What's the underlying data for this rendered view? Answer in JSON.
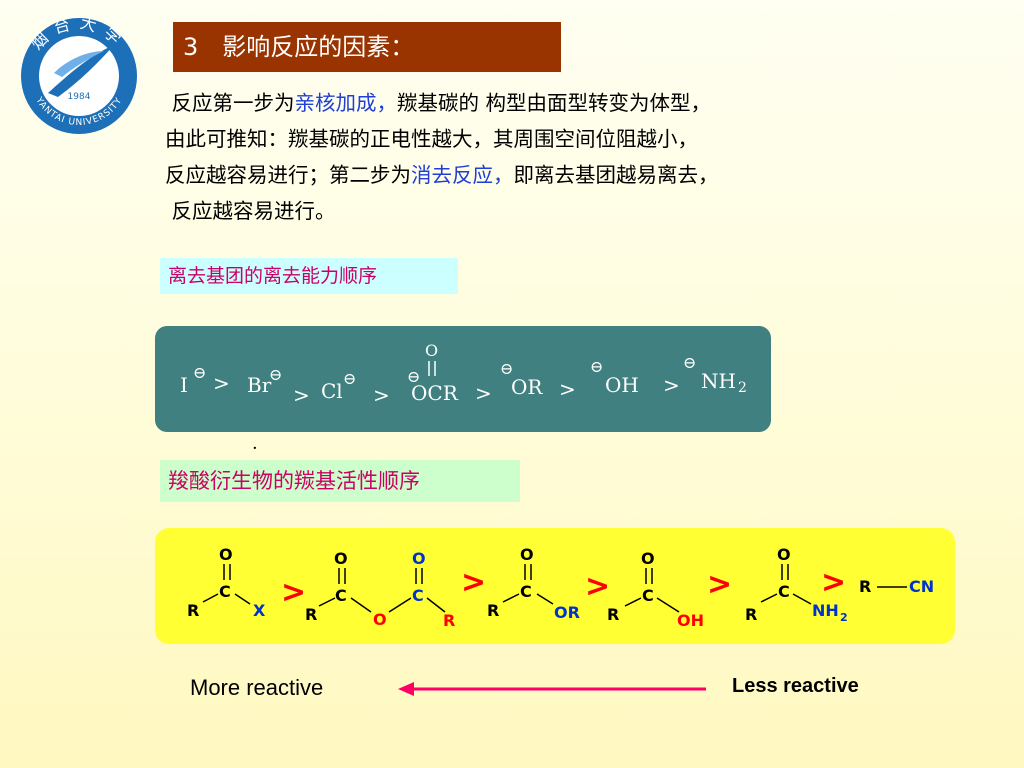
{
  "logo": {
    "top_text": "烟台大学",
    "year": "1984",
    "university": "YANTAI UNIVERSITY",
    "colors": {
      "ring": "#1d6fb8",
      "inner": "#ffffff"
    }
  },
  "title": "3　影响反应的因素：",
  "intro": {
    "line1": [
      {
        "text": " 反应第一步为",
        "style": "normal"
      },
      {
        "text": "亲核加成，",
        "style": "blue"
      },
      {
        "text": "羰基碳的 构型由面型转变为体型，",
        "style": "normal"
      }
    ],
    "line2": "由此可推知：羰基碳的正电性越大，其周围空间位阻越小，",
    "line3": [
      {
        "text": "反应越容易进行；第二步为",
        "style": "normal"
      },
      {
        "text": "消去反应，",
        "style": "blue"
      },
      {
        "text": "即离去基团越易离去，",
        "style": "normal"
      }
    ],
    "line4": " 反应越容易进行。"
  },
  "leaving_group_label": "离去基团的离去能力顺序",
  "leaving_groups": {
    "items": [
      "I",
      "Br",
      "Cl",
      "OCR",
      "OR",
      "OH",
      "NH"
    ],
    "sep": ">",
    "charge": "⊖",
    "carbonyl_o": "O",
    "subscript_2": "2"
  },
  "dot": "·",
  "reactivity_label": "羧酸衍生物的羰基活性顺序",
  "carbonyl_series": {
    "atoms": {
      "O": "O",
      "C": "C",
      "R": "R",
      "X": "X",
      "OR": "OR",
      "OH": "OH",
      "NH": "NH",
      "sub2": "2",
      "CN": "CN"
    },
    "sep": ">"
  },
  "more_reactive": "More reactive",
  "less_reactive": "Less reactive",
  "colors": {
    "title_bg": "#993300",
    "highlight": "#1f3fd6",
    "label_text": "#cc0066",
    "lg_box": "#408080",
    "rx_box": "#ffff33",
    "hetero_blue": "#0033cc",
    "hetero_red": "#ff0000",
    "arrow": "#ff0066"
  }
}
